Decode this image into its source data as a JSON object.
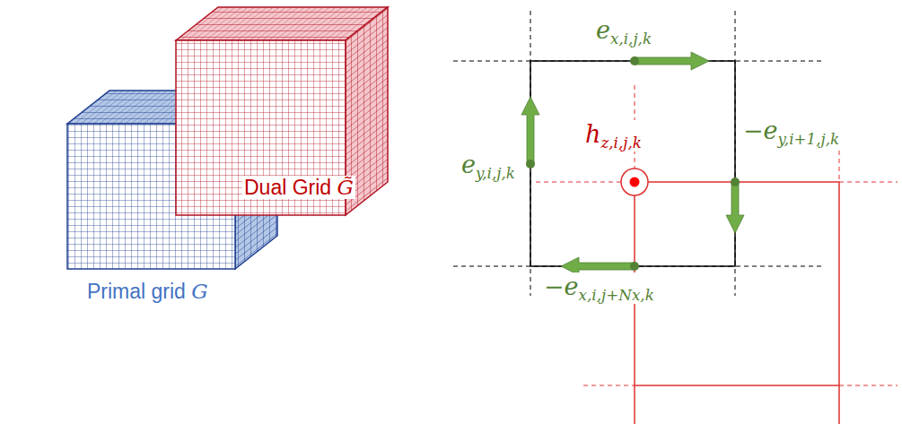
{
  "diagram": {
    "labels": [
      "Primal grid G",
      "Dual Grid G̃",
      "ex,i,j,k",
      "ey,i,j,k",
      "hz,i,j,k",
      "−ey,i+1,j,k",
      "−ex,i,j+Nx,k"
    ]
  }
}
